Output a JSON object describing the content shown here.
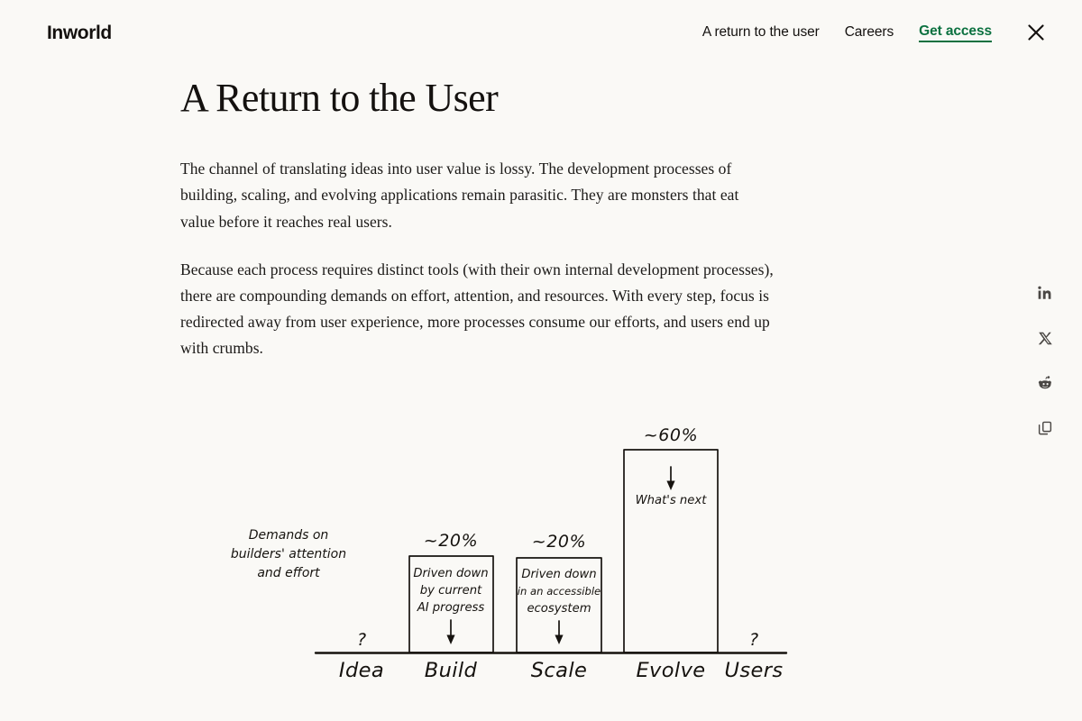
{
  "header": {
    "brand": "Inworld",
    "nav": [
      {
        "label": "A return to the user",
        "name": "nav-return-to-the-user",
        "cta": false
      },
      {
        "label": "Careers",
        "name": "nav-careers",
        "cta": false
      },
      {
        "label": "Get access",
        "name": "nav-get-access",
        "cta": true
      }
    ],
    "close_icon": "close-icon",
    "accent_color": "#0C7140"
  },
  "article": {
    "title": "A Return to the User",
    "paragraphs": [
      "The channel of translating ideas into user value is lossy. The development processes of building, scaling, and evolving applications remain parasitic. They are monsters that eat value before it reaches real users.",
      "Because each process requires distinct tools (with their own internal development processes), there are compounding demands on effort, attention, and resources. With every step, focus is redirected away from user experience, more processes consume our efforts, and users end up with crumbs."
    ]
  },
  "social": {
    "items": [
      {
        "name": "linkedin-icon",
        "label": "LinkedIn"
      },
      {
        "name": "x-twitter-icon",
        "label": "X"
      },
      {
        "name": "reddit-icon",
        "label": "Reddit"
      },
      {
        "name": "copy-link-icon",
        "label": "Copy link"
      }
    ]
  },
  "chart_data": {
    "type": "bar",
    "title": "",
    "xlabel": "",
    "ylabel": "Demands on builders' attention and effort",
    "ylim": [
      0,
      65
    ],
    "grid": false,
    "legend": "none",
    "categories": [
      "Idea",
      "Build",
      "Scale",
      "Evolve",
      "Users"
    ],
    "values": [
      null,
      20,
      20,
      60,
      null
    ],
    "value_labels": [
      "?",
      "~20%",
      "~20%",
      "~60%",
      "?"
    ],
    "annotations": [
      {
        "category": "Idea",
        "text": "?",
        "position": "above-baseline"
      },
      {
        "category": "Build",
        "text": "Driven down by current AI progress",
        "lines": [
          "Driven down",
          "by current",
          "AI progress"
        ],
        "arrow": "down",
        "arrow_position": "below-text"
      },
      {
        "category": "Scale",
        "text": "Driven down in an accessible ecosystem",
        "lines": [
          "Driven down",
          "in an accessible",
          "ecosystem"
        ],
        "arrow": "down",
        "arrow_position": "below-text"
      },
      {
        "category": "Evolve",
        "text": "What's next",
        "lines": [
          "What's next"
        ],
        "arrow": "down",
        "arrow_position": "above-text"
      },
      {
        "category": "Users",
        "text": "?",
        "position": "above-baseline"
      }
    ],
    "axis_label_lines": [
      "Demands on",
      "builders' attention",
      "and effort"
    ],
    "style": "hand-drawn"
  }
}
